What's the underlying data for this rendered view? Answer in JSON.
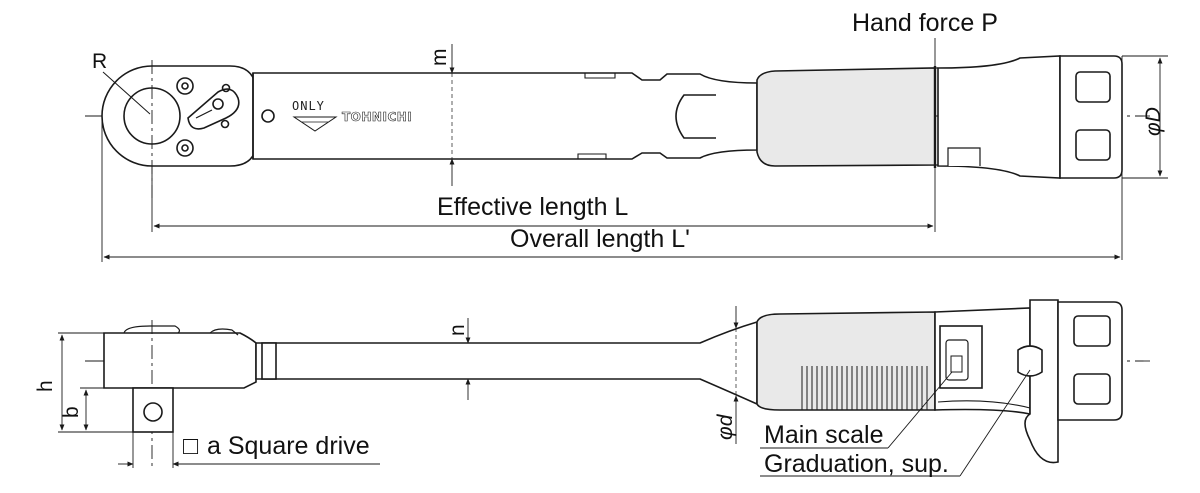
{
  "labels": {
    "hand_force": "Hand force P",
    "effective_length": "Effective length L",
    "overall_length": "Overall length L'",
    "radius": "R",
    "dim_m": "m",
    "dim_D": "φD",
    "dim_n": "n",
    "dim_d": "φd",
    "dim_h": "h",
    "dim_b": "b",
    "square_drive_box": "□",
    "square_drive": "a Square drive",
    "main_scale": "Main scale",
    "graduation": "Graduation, sup."
  },
  "markings": {
    "only": "ONLY",
    "brand": "TOHNICHI"
  },
  "colors": {
    "line": "#1a1a1a",
    "grip": "#e9e9e9",
    "body": "#ffffff"
  }
}
